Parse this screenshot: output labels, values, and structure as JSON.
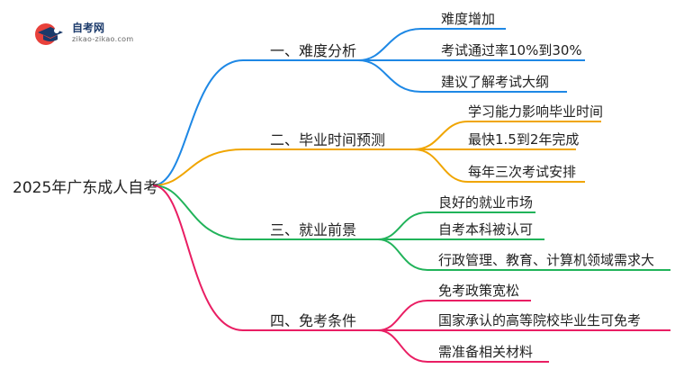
{
  "logo": {
    "title": "自考网",
    "subtitle": "zikao-zikao.com"
  },
  "root": "2025年广东成人自考",
  "branches": [
    {
      "label": "一、难度分析",
      "color": "#1e88e5",
      "leaves": [
        "难度增加",
        "考试通过率10%到30%",
        "建议了解考试大纲"
      ]
    },
    {
      "label": "二、毕业时间预测",
      "color": "#f0a500",
      "leaves": [
        "学习能力影响毕业时间",
        "最快1.5到2年完成",
        "每年三次考试安排"
      ]
    },
    {
      "label": "三、就业前景",
      "color": "#21b35a",
      "leaves": [
        "良好的就业市场",
        "自考本科被认可",
        "行政管理、教育、计算机领域需求大"
      ]
    },
    {
      "label": "四、免考条件",
      "color": "#e91e63",
      "leaves": [
        "免考政策宽松",
        "国家承认的高等院校毕业生可免考",
        "需准备相关材料"
      ]
    }
  ]
}
